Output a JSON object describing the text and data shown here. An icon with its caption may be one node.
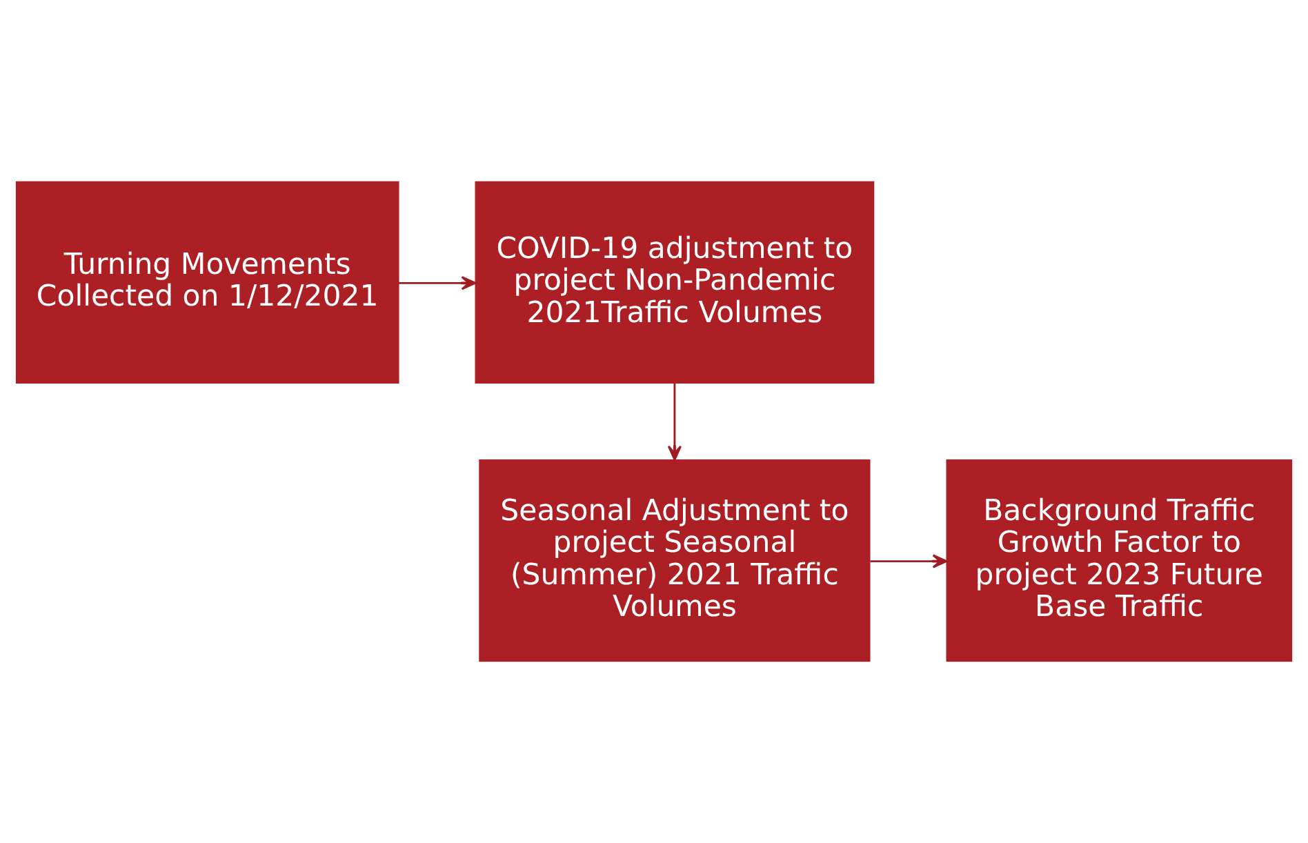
{
  "diagram": {
    "nodes": [
      {
        "text": [
          "Turning Movements Collected on 1/12/2021"
        ]
      },
      {
        "text": [
          "COVID-19 adjustment to project Non-Pandemic 2021Traffic Volumes"
        ]
      },
      {
        "text": [
          "Seasonal Adjustment to project Seasonal (Summer) 2021 Traffic Volumes"
        ]
      },
      {
        "text": [
          "Background Traffic Growth Factor to project 2023 Future Base Traffic"
        ]
      }
    ],
    "edges": [
      {
        "from": 0,
        "to": 1,
        "arrow": "to"
      },
      {
        "from": 1,
        "to": 2,
        "arrow": "to"
      },
      {
        "from": 2,
        "to": 3,
        "arrow": "to"
      }
    ]
  }
}
